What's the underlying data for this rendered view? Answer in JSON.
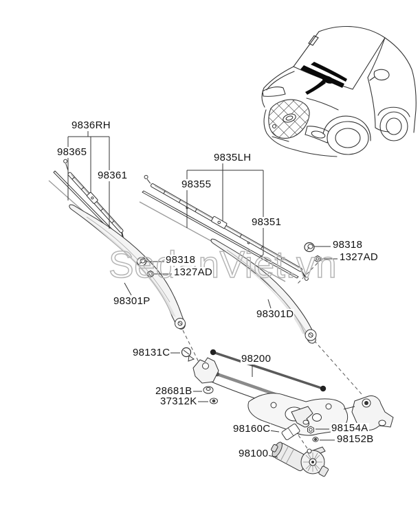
{
  "watermark": {
    "text": "SedanViet.vn"
  },
  "parts": {
    "labels": [
      {
        "id": "9836RH",
        "text": "9836RH"
      },
      {
        "id": "98365",
        "text": "98365"
      },
      {
        "id": "98361",
        "text": "98361"
      },
      {
        "id": "9835LH",
        "text": "9835LH"
      },
      {
        "id": "98355",
        "text": "98355"
      },
      {
        "id": "98351",
        "text": "98351"
      },
      {
        "id": "98318-right",
        "text": "98318"
      },
      {
        "id": "1327AD-right",
        "text": "1327AD"
      },
      {
        "id": "98318-left",
        "text": "98318"
      },
      {
        "id": "1327AD-left",
        "text": "1327AD"
      },
      {
        "id": "98301P",
        "text": "98301P"
      },
      {
        "id": "98301D",
        "text": "98301D"
      },
      {
        "id": "98131C",
        "text": "98131C"
      },
      {
        "id": "98200",
        "text": "98200"
      },
      {
        "id": "28681B",
        "text": "28681B"
      },
      {
        "id": "37312K",
        "text": "37312K"
      },
      {
        "id": "98160C",
        "text": "98160C"
      },
      {
        "id": "98154A",
        "text": "98154A"
      },
      {
        "id": "98152B",
        "text": "98152B"
      },
      {
        "id": "98100",
        "text": "98100"
      }
    ]
  }
}
